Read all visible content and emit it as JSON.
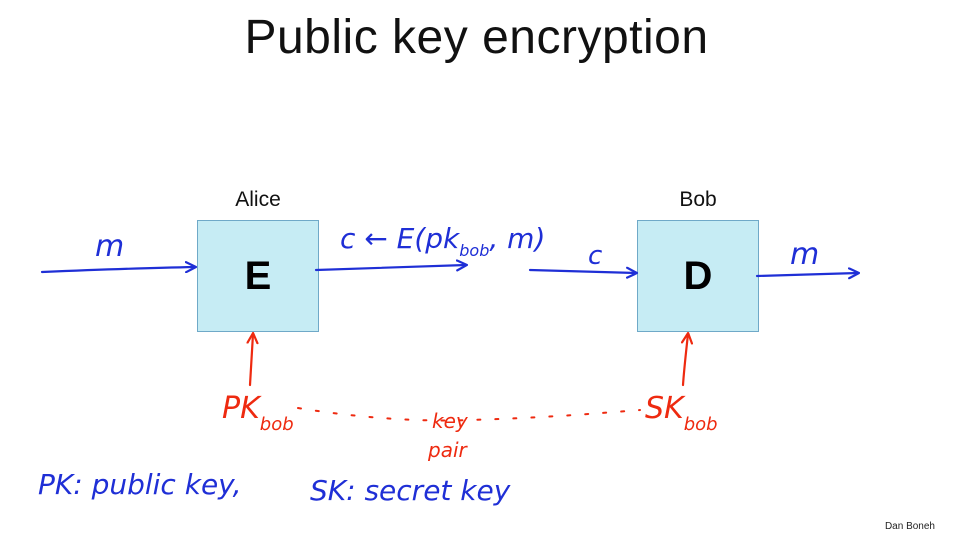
{
  "slide": {
    "title": "Public key encryption",
    "footer": "Dan Boneh"
  },
  "diagram": {
    "alice": {
      "label": "Alice",
      "box_text": "E"
    },
    "bob": {
      "label": "Bob",
      "box_text": "D"
    },
    "annotations": {
      "input_m": "m",
      "ciphertext_eq": "c ← E(pk",
      "ciphertext_eq_sub": "bob",
      "ciphertext_eq_tail": ", m)",
      "c_to_bob": "c",
      "output_m": "m",
      "pk": "PK",
      "pk_sub": "bob",
      "sk": "SK",
      "sk_sub": "bob",
      "key_pair_1": "key",
      "key_pair_2": "pair",
      "pk_def": "PK: public key,",
      "sk_def": "SK: secret key"
    },
    "colors": {
      "blue_ink": "#1f2fd6",
      "red_ink": "#ee2a10",
      "box_fill": "#c6ecf4",
      "box_border": "#6fa9c8"
    }
  }
}
